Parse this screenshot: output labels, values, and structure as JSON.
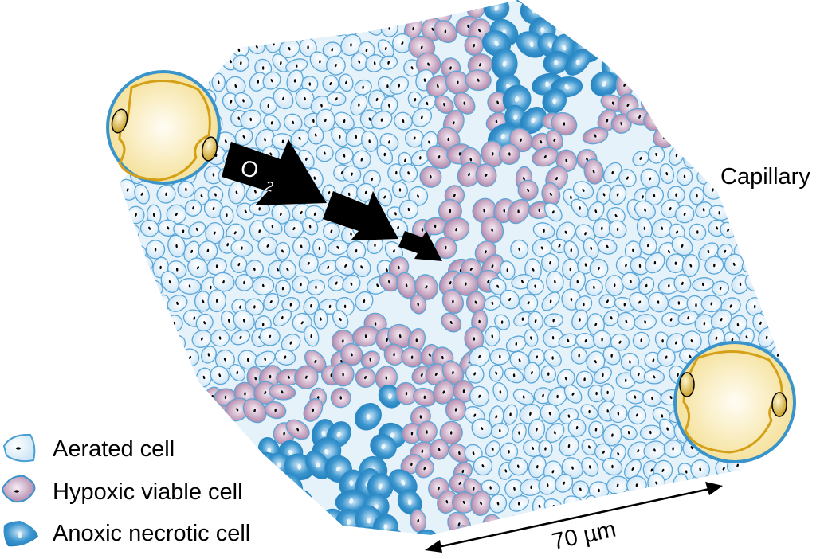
{
  "labels": {
    "capillary": "Capillary",
    "oxygen": "O",
    "oxygen_sub": "2",
    "scale": "70 µm"
  },
  "legend": [
    {
      "label": "Aerated cell",
      "icon": "aerated-cell-icon"
    },
    {
      "label": "Hypoxic viable cell",
      "icon": "hypoxic-cell-icon"
    },
    {
      "label": "Anoxic necrotic cell",
      "icon": "necrotic-cell-icon"
    }
  ],
  "colors": {
    "aerated_fill": "#d4e9f7",
    "aerated_stroke": "#4a9fd4",
    "hypoxic_fill": "#a8789f",
    "necrotic_fill": "#1e7fbf",
    "capillary_fill": "#f3dc8a",
    "capillary_outline": "#d4a017"
  }
}
